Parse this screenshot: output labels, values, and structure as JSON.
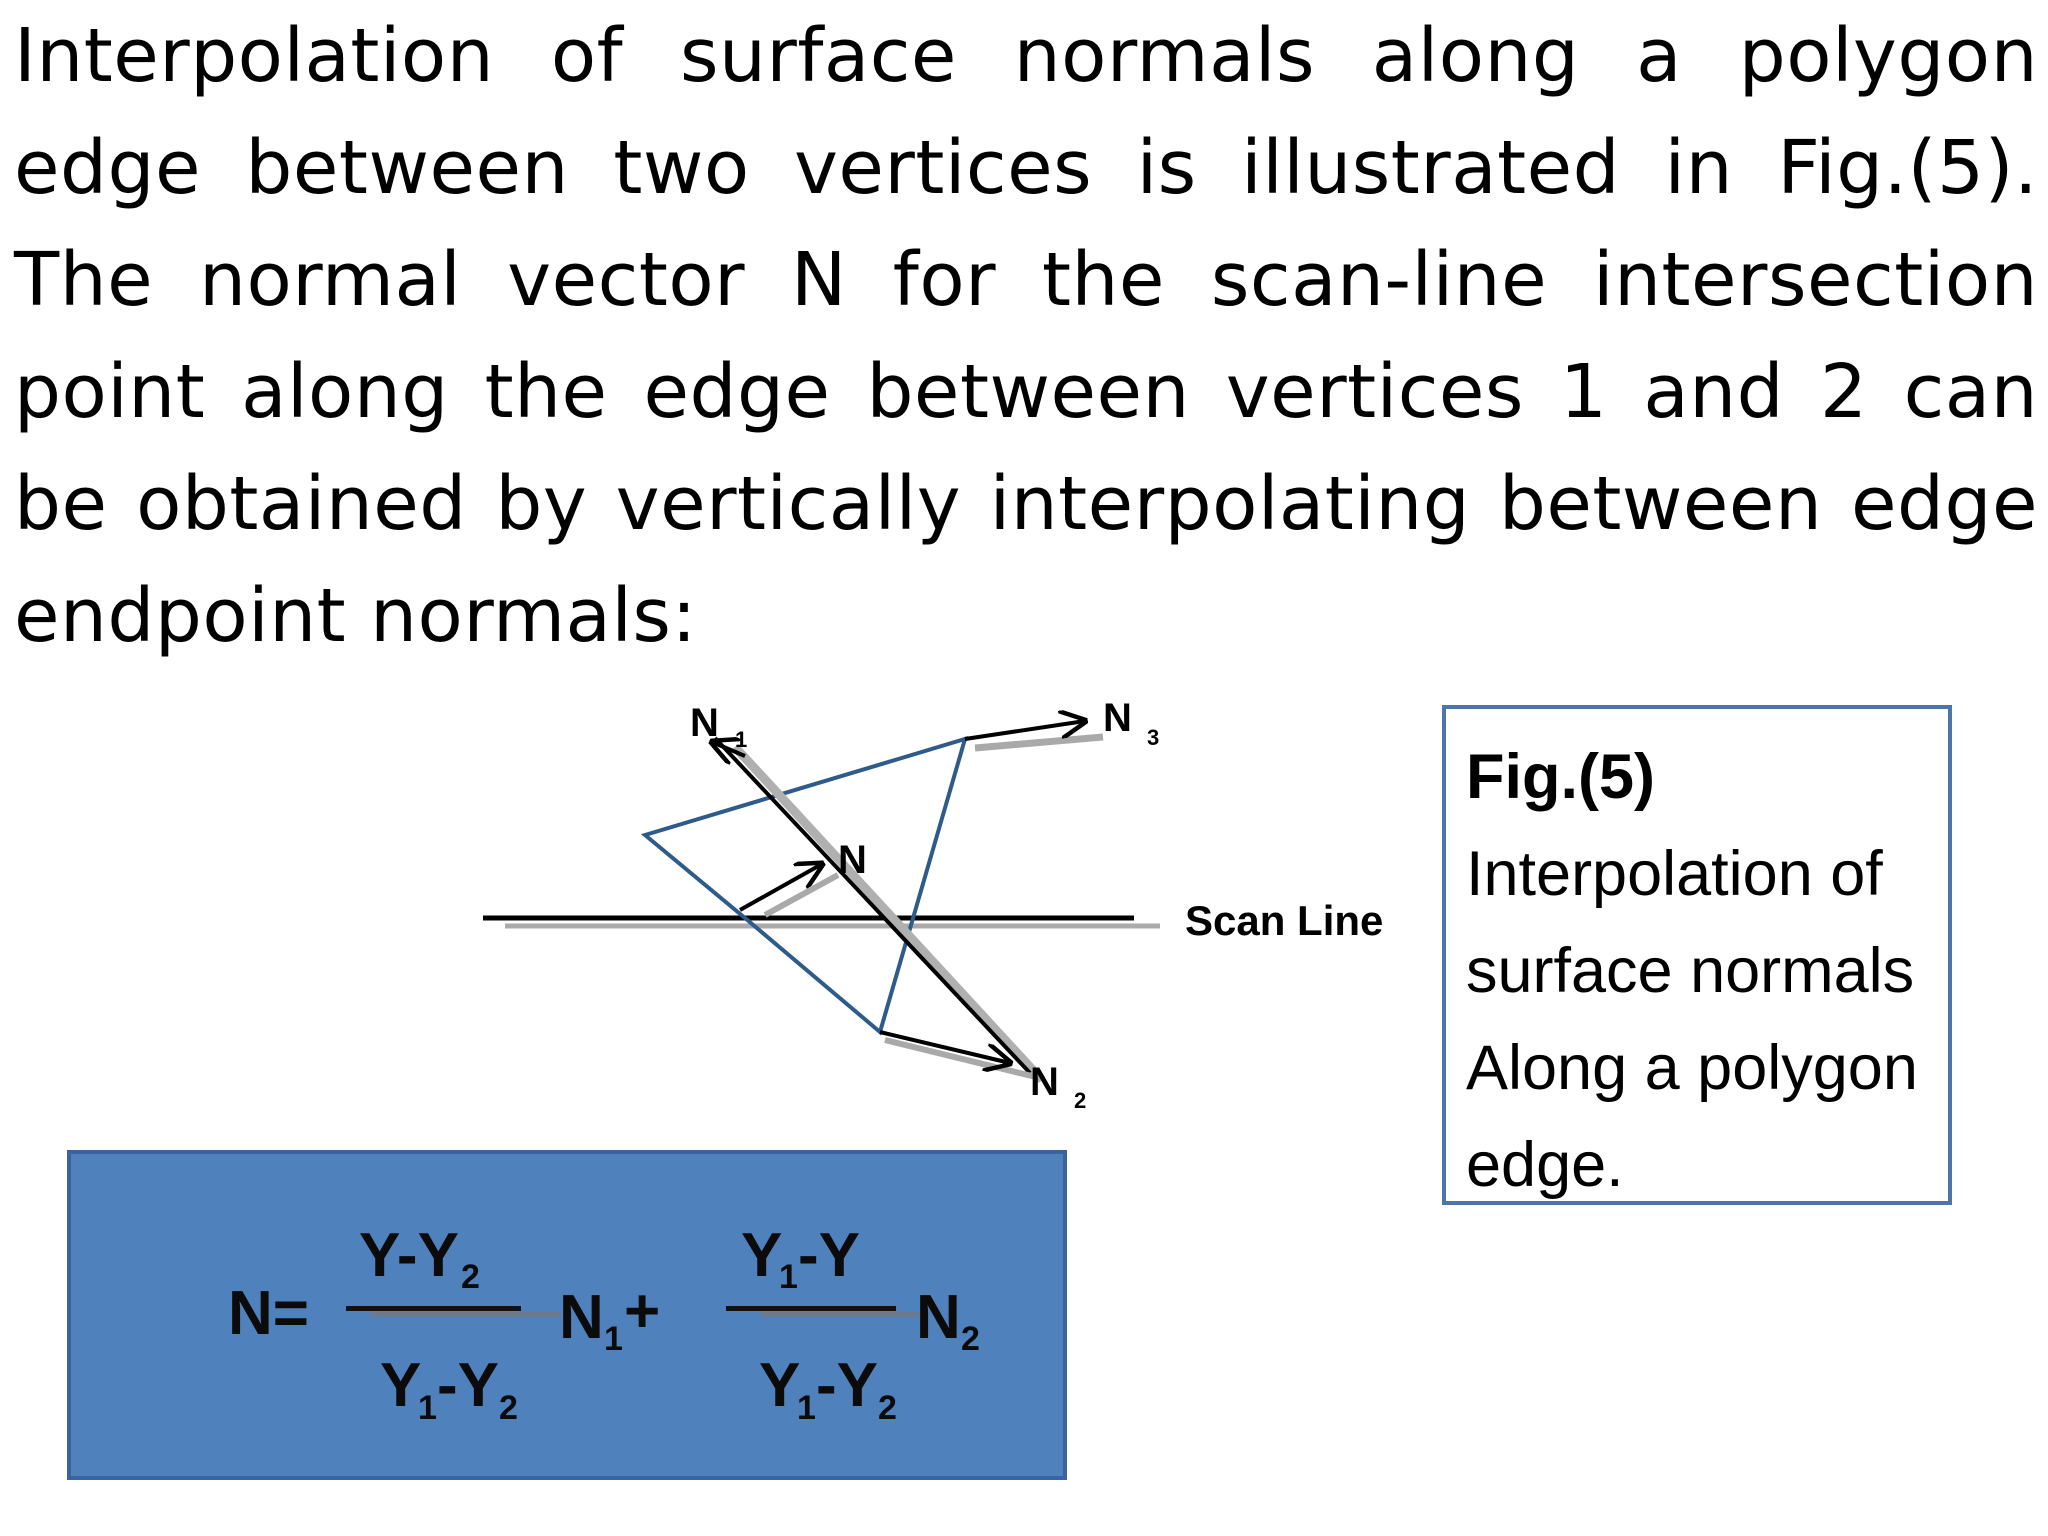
{
  "paragraph": "Interpolation of surface normals along a polygon edge between two vertices is illustrated in Fig.(5). The normal vector N for the scan-line intersection point along the edge between vertices 1 and 2 can be obtained by vertically interpolating between edge endpoint normals:",
  "diagram": {
    "n1_label": "N",
    "n1_sub": "1",
    "n2_label": "N",
    "n2_sub": "2",
    "n3_label": "N",
    "n3_sub": "3",
    "n_label": "N",
    "scan_line_label": "Scan Line",
    "polygon_color": "#2e5b8a"
  },
  "caption": {
    "title": "Fig.(5)",
    "text": "Interpolation of surface normals Along a polygon edge."
  },
  "formula": {
    "lhs": "N=",
    "frac1_num_main": "Y-Y",
    "frac1_num_sub": "2",
    "frac1_den_y1": "Y",
    "frac1_den_sub1": "1",
    "frac1_den_dash": "-Y",
    "frac1_den_sub2": "2",
    "term1": "N",
    "term1_sub": "1",
    "plus": "+",
    "frac2_num_y1": "Y",
    "frac2_num_sub1": "1",
    "frac2_num_rest": "-Y",
    "frac2_den_y1": "Y",
    "frac2_den_sub1": "1",
    "frac2_den_dash": "-Y",
    "frac2_den_sub2": "2",
    "term2": "N",
    "term2_sub": "2",
    "box_color": "#4f81bd"
  }
}
